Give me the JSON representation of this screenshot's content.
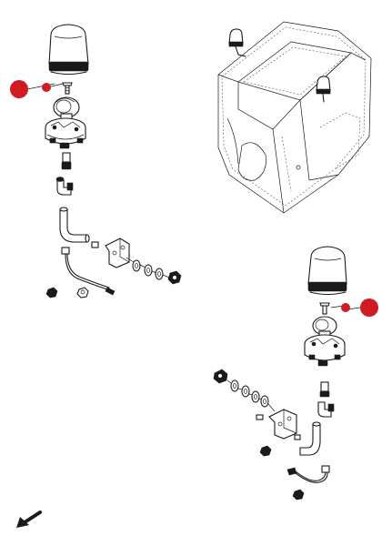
{
  "colors": {
    "line": "#1a1a1a",
    "callout": "#d01b22",
    "background": "#ffffff",
    "cab_outline": "#555555"
  },
  "callouts": [
    {
      "id": "left-big"
    },
    {
      "id": "left-small"
    },
    {
      "id": "right-big"
    },
    {
      "id": "right-small"
    }
  ],
  "icons": {
    "direction": "arrow-down-left-icon"
  }
}
